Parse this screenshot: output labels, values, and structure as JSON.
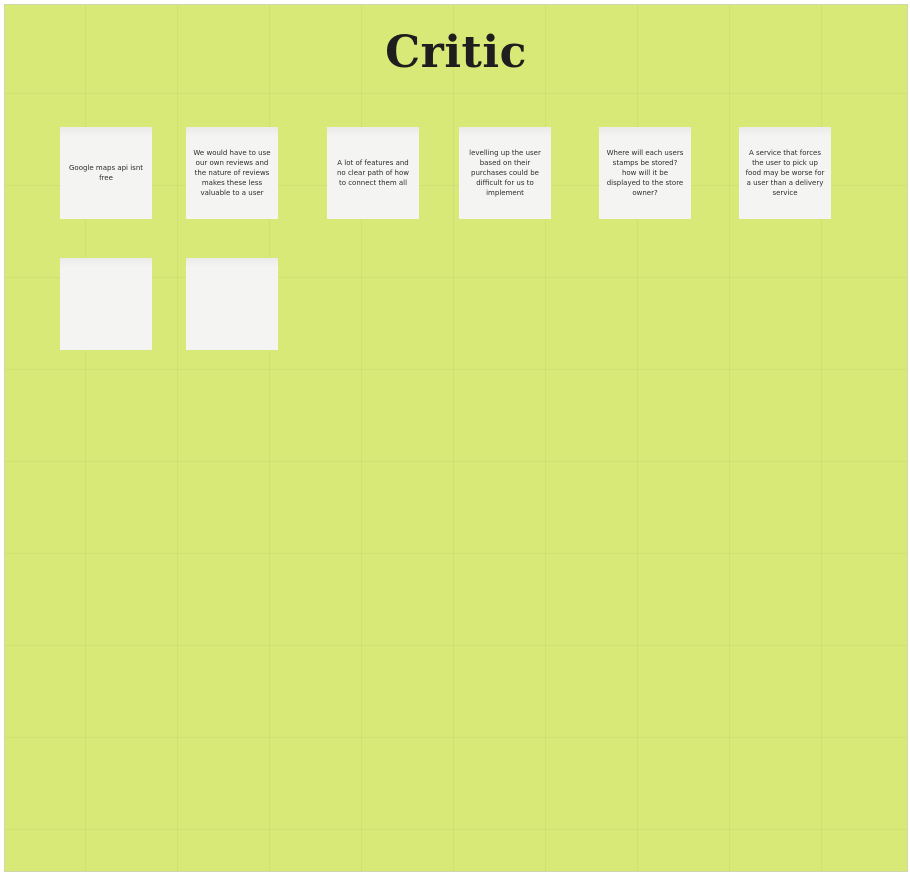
{
  "board": {
    "title": "Critic",
    "colors": {
      "background": "#d8e977",
      "note": "#f4f5f3",
      "title": "#1e1e1e"
    }
  },
  "notes": [
    {
      "text": "Google maps api isnt free"
    },
    {
      "text": "We would have to use our own reviews and the nature of reviews makes these less valuable to a user"
    },
    {
      "text": "A lot of features and no clear path of how to connect them all"
    },
    {
      "text": "levelling up the user based on their purchases could be difficult for us to implement"
    },
    {
      "text": "Where will each users stamps be stored? how will it be displayed to the store owner?"
    },
    {
      "text": "A service that forces the user to pick up food may be worse for a user than a delivery service"
    },
    {
      "text": ""
    },
    {
      "text": ""
    }
  ]
}
